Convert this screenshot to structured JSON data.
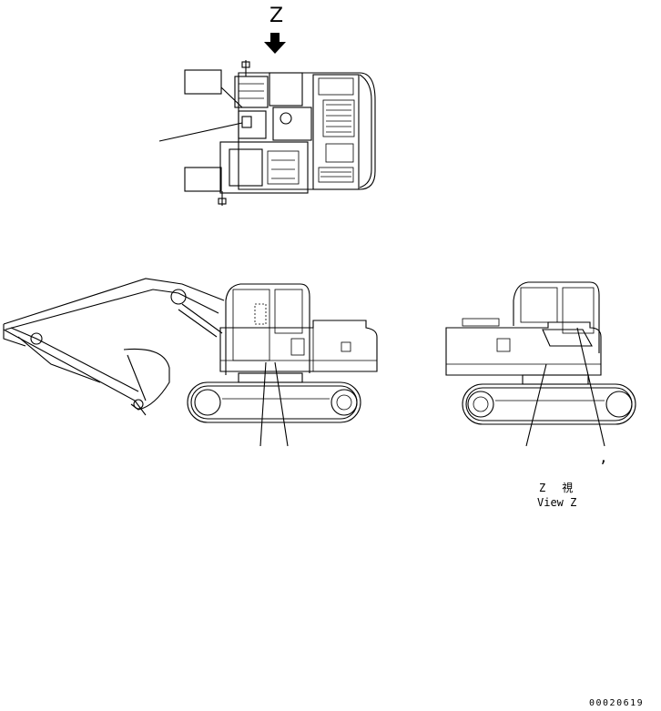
{
  "view_arrow_label": "Z",
  "comma_mark": ",",
  "view_caption": {
    "japanese": "Z　視",
    "english": "View Z"
  },
  "drawing_number": "00020619"
}
